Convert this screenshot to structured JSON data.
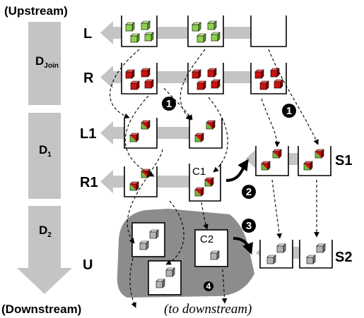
{
  "labels": {
    "upstream": "(Upstream)",
    "downstream": "(Downstream)",
    "to_downstream": "(to downstream)"
  },
  "phases": {
    "d_join": {
      "main": "D",
      "sub": "Join"
    },
    "d_1": {
      "main": "D",
      "sub": "1"
    },
    "d_2": {
      "main": "D",
      "sub": "2"
    }
  },
  "rows": {
    "L": "L",
    "R": "R",
    "L1": "L1",
    "R1": "R1",
    "U": "U",
    "S1": "S1",
    "S2": "S2"
  },
  "nodes": {
    "C1": "C1",
    "C2": "C2"
  },
  "steps": [
    "1",
    "1",
    "2",
    "3",
    "4"
  ],
  "colors": {
    "green_cube": "#8fd14f",
    "red_cube": "#cc1111",
    "gray_cube": "#b3b3b3",
    "arrow_gray": "#c4c4c4",
    "region_gray": "#8c8c8c",
    "badge": "#000000"
  }
}
